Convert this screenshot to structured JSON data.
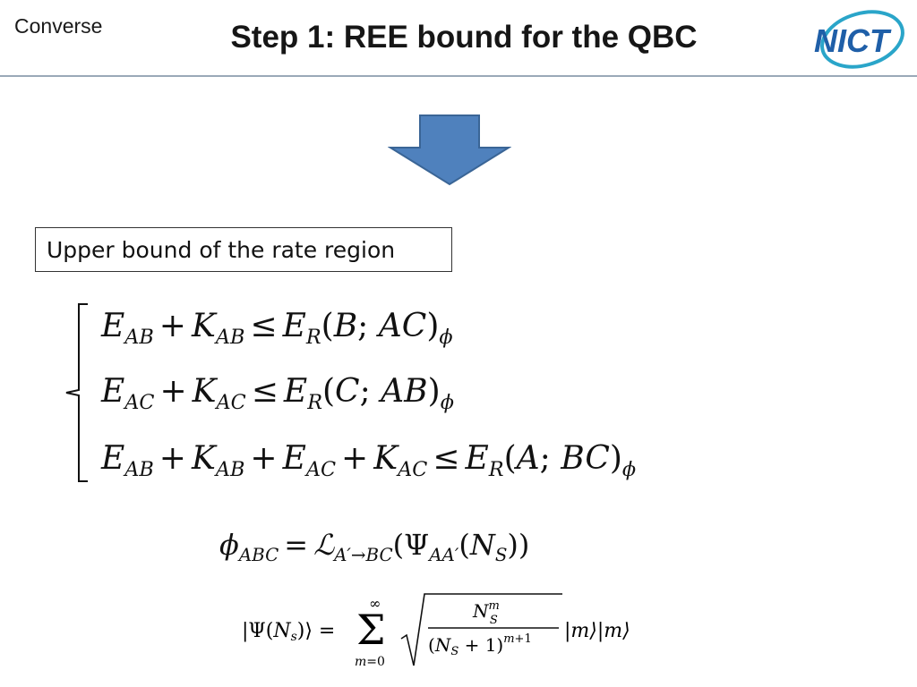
{
  "header": {
    "section": "Converse",
    "title": "Step 1: REE bound for the QBC",
    "logo_text": "NICT"
  },
  "main": {
    "box_label": "Upper bound of the rate region",
    "equations": [
      {
        "left": "E_AB + K_AB",
        "right": "E_R(B;AC)_φ"
      },
      {
        "left": "E_AC + K_AC",
        "right": "E_R(C;AB)_φ"
      },
      {
        "left": "E_AB + K_AB + E_AC + K_AC",
        "right": "E_R(A;BC)_φ"
      }
    ],
    "state_definition": "φ_ABC = L_{A'→BC}(Ψ_{AA'}(N_S))",
    "psi_definition": "|Ψ(N_s)⟩ = Σ_{m=0}^{∞} sqrt(N_S^m / (N_S+1)^{m+1}) |m⟩|m⟩"
  },
  "colors": {
    "arrow_fill": "#4f81bd",
    "arrow_stroke": "#3a6596",
    "rule": "#9aa9b8",
    "logo_blue": "#1f5fa8",
    "logo_teal": "#2aa5c9"
  },
  "icons": [
    "down-arrow-icon",
    "nict-logo"
  ]
}
